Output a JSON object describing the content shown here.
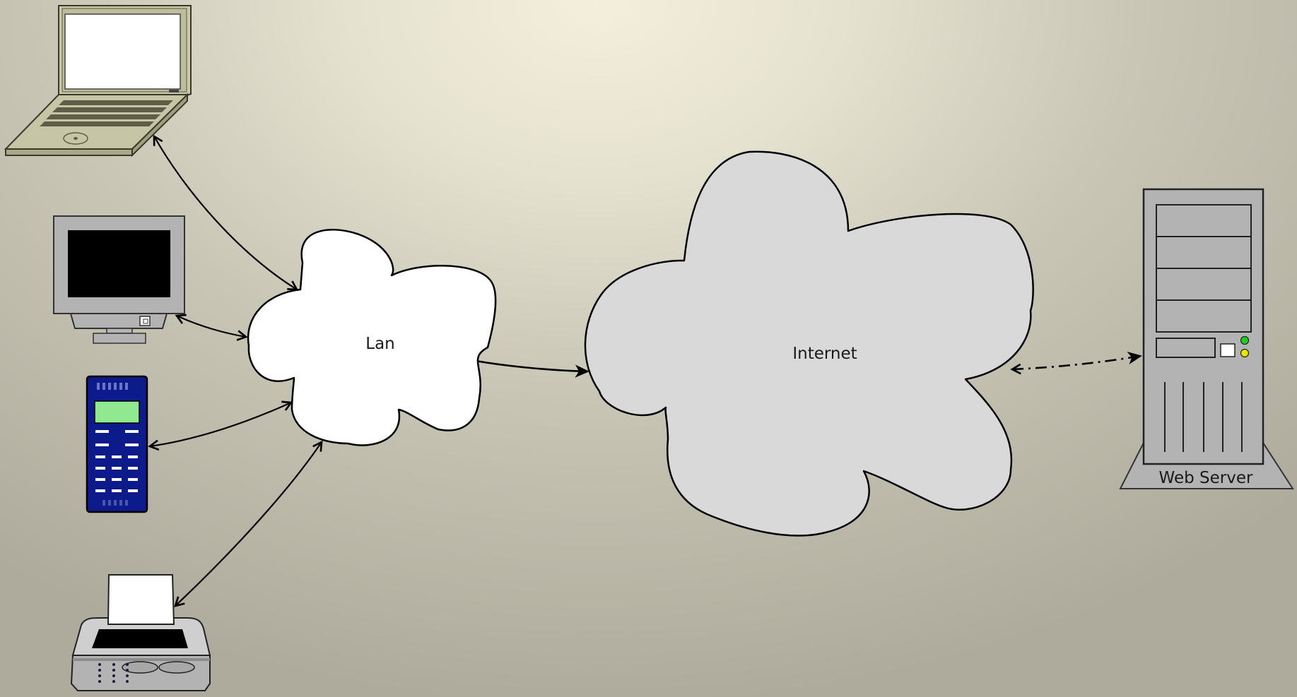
{
  "diagram": {
    "nodes": {
      "lan": {
        "label": "Lan"
      },
      "internet": {
        "label": "Internet"
      },
      "web_server": {
        "label": "Web Server"
      }
    },
    "devices": [
      "laptop",
      "desktop-monitor",
      "mobile-phone",
      "fax-printer"
    ],
    "colors": {
      "lan_fill": "#ffffff",
      "internet_fill": "#d9d9d9",
      "phone_body": "#0d1a8c",
      "phone_screen": "#90e890",
      "laptop_body": "#c8c8a8",
      "server_led_green": "#22cc22",
      "server_led_yellow": "#e6e600"
    },
    "connections": [
      {
        "from": "laptop",
        "to": "lan",
        "style": "solid"
      },
      {
        "from": "desktop-monitor",
        "to": "lan",
        "style": "solid"
      },
      {
        "from": "mobile-phone",
        "to": "lan",
        "style": "solid"
      },
      {
        "from": "fax-printer",
        "to": "lan",
        "style": "solid"
      },
      {
        "from": "lan",
        "to": "internet",
        "style": "solid"
      },
      {
        "from": "internet",
        "to": "web_server",
        "style": "dash-dot"
      }
    ]
  }
}
